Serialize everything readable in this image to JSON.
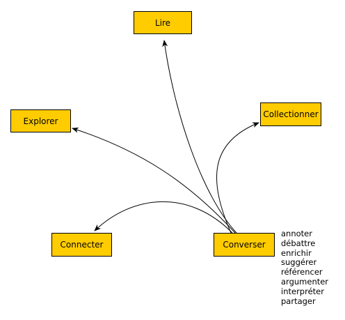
{
  "nodes": {
    "lire": "Lire",
    "explorer": "Explorer",
    "collectionner": "Collectionner",
    "connecter": "Connecter",
    "converser": "Converser"
  },
  "actions": [
    "annoter",
    "débattre",
    "enrichir",
    "suggérer",
    "référencer",
    "argumenter",
    "interpréter",
    "partager"
  ],
  "colors": {
    "node_fill": "#ffcc00",
    "stroke": "#000000"
  }
}
